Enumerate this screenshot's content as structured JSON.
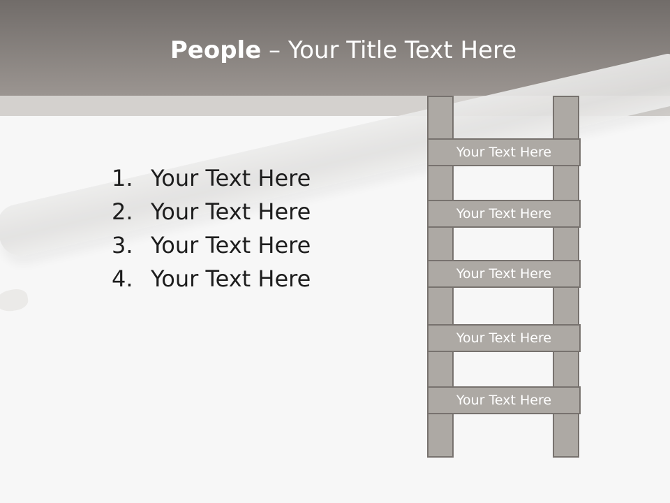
{
  "title": {
    "bold": "People",
    "rest": " – Your Title Text Here"
  },
  "list": [
    {
      "num": "1.",
      "text": "Your Text Here"
    },
    {
      "num": "2.",
      "text": "Your Text Here"
    },
    {
      "num": "3.",
      "text": "Your Text Here"
    },
    {
      "num": "4.",
      "text": "Your Text Here"
    }
  ],
  "ladder": {
    "rungs": [
      "Your Text Here",
      "Your Text Here",
      "Your Text Here",
      "Your Text Here",
      "Your Text Here"
    ]
  },
  "colors": {
    "header": "#8a8480",
    "ladder_fill": "#ada9a4",
    "ladder_border": "#77726e",
    "background": "#f7f7f7"
  }
}
